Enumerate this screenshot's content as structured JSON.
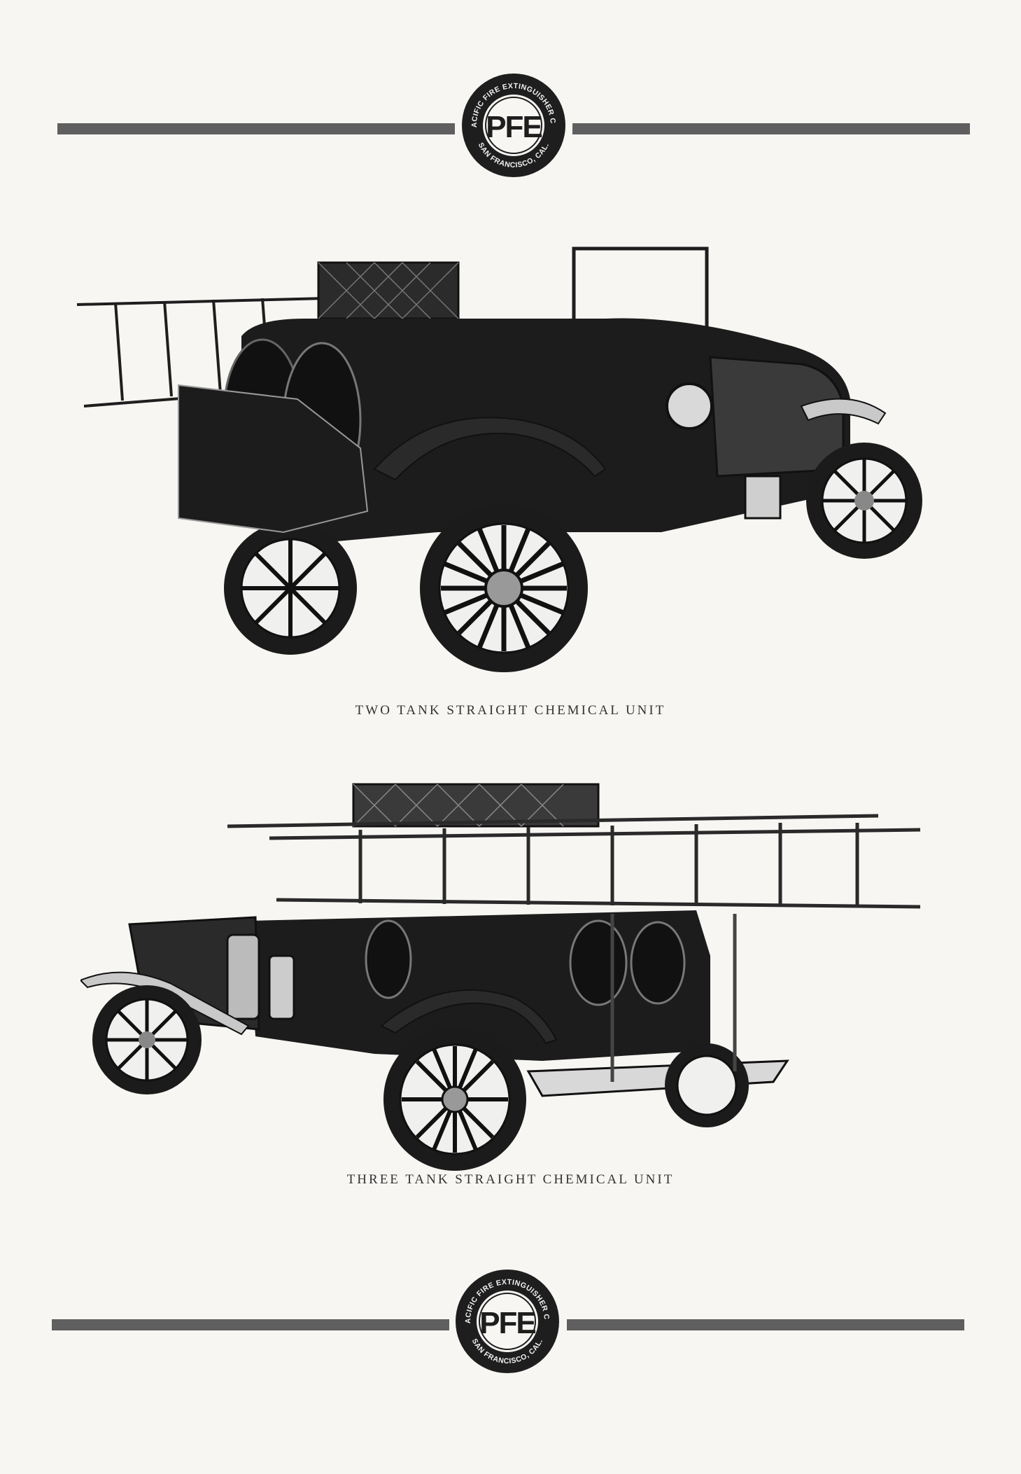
{
  "header": {
    "emblem": {
      "monogram": "PFE",
      "ring_top": "PACIFIC FIRE EXTINGUISHER CO.",
      "ring_bottom": "SAN FRANCISCO, CAL.",
      "icon": "pfe-emblem"
    }
  },
  "figures": [
    {
      "caption": "TWO TANK STRAIGHT CHEMICAL UNIT",
      "icon": "fire-truck-photo"
    },
    {
      "caption": "THREE TANK STRAIGHT CHEMICAL UNIT",
      "icon": "fire-truck-photo"
    }
  ],
  "footer": {
    "emblem": {
      "monogram": "PFE",
      "ring_top": "PACIFIC FIRE EXTINGUISHER CO.",
      "ring_bottom": "SAN FRANCISCO, CAL.",
      "icon": "pfe-emblem"
    }
  },
  "colors": {
    "paper": "#f7f6f3",
    "ink": "#1e1e1e",
    "rule": "#5f5f5f"
  }
}
